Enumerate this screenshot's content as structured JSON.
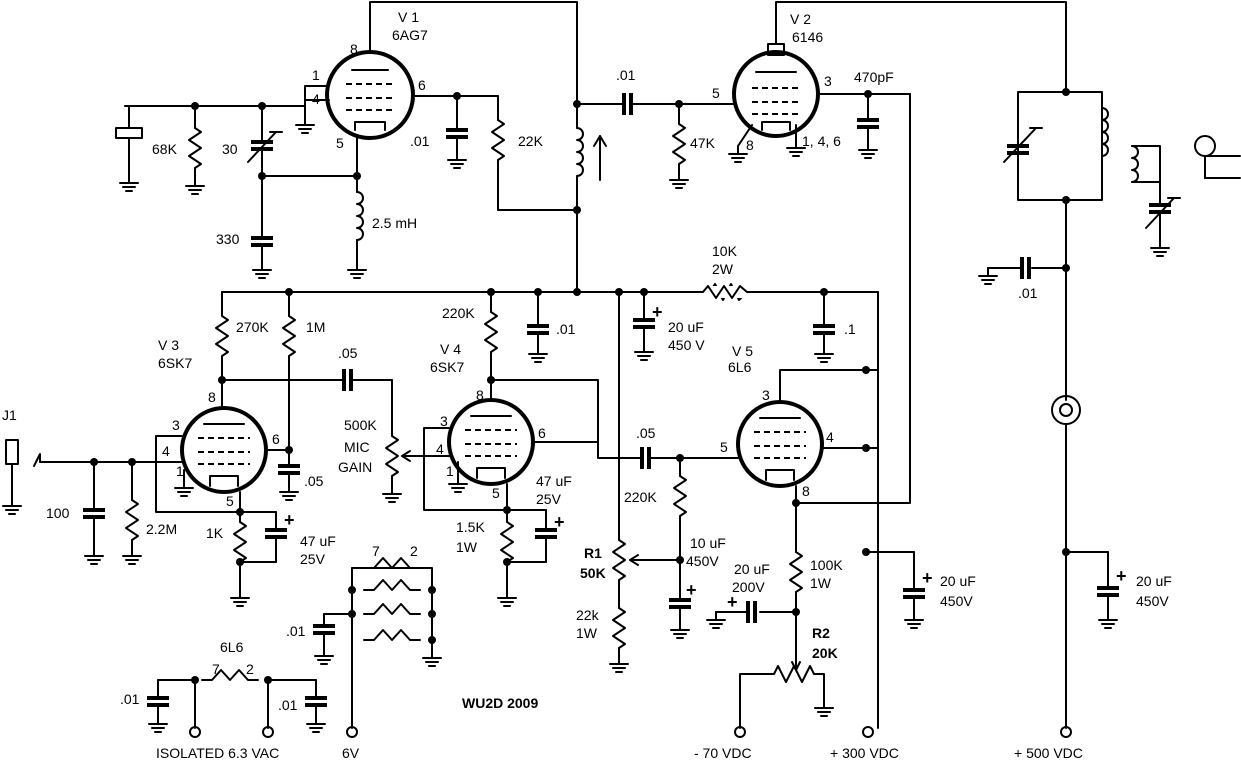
{
  "labels": {
    "v1_name": "V 1",
    "v1_type": "6AG7",
    "v1_pin8": "8",
    "v1_pin1": "1",
    "v1_pin4": "4",
    "v1_pin6": "6",
    "v1_pin5": "5",
    "c68k": "68K",
    "c30": "30",
    "c330": "330",
    "l25": "2.5 mH",
    "c01_a": ".01",
    "r22k": "22K",
    "c01_cpl": ".01",
    "r47k": "47K",
    "v2_name": "V 2",
    "v2_type": "6146",
    "v2_pin5": "5",
    "v2_pin3": "3",
    "v2_pin8": "8",
    "v2_pin146": "1, 4, 6",
    "c470": "470pF",
    "r10k": "10K",
    "r10k_w": "2W",
    "c01_b": ".01",
    "c1": ".1",
    "c20_a": "20 uF",
    "c20_a_v": "450 V",
    "r270k": "270K",
    "r1m": "1M",
    "v3_name": "V 3",
    "v3_type": "6SK7",
    "v3_pin8": "8",
    "v3_pin3": "3",
    "v3_pin4": "4",
    "v3_pin1": "1",
    "v3_pin6": "6",
    "v3_pin5": "5",
    "c05_a": ".05",
    "c05_b": ".05",
    "r500k": "500K",
    "mic": "MIC",
    "gain": "GAIN",
    "r220k": "220K",
    "v4_name": "V 4",
    "v4_type": "6SK7",
    "v4_pin8": "8",
    "v4_pin3": "3",
    "v4_pin4": "4",
    "v4_pin1": "1",
    "v4_pin6": "6",
    "v4_pin5": "5",
    "v5_name": "V 5",
    "v5_type": "6L6",
    "v5_pin3": "3",
    "v5_pin5": "5",
    "v5_pin4": "4",
    "v5_pin8": "8",
    "c05_c": ".05",
    "r220k_b": "220K",
    "j1": "J1",
    "c100": "100",
    "r22m": "2.2M",
    "r1k": "1K",
    "c47_a": "47 uF",
    "c47_a_v": "25V",
    "c47_b": "47 uF",
    "c47_b_v": "25V",
    "r15k": "1.5K",
    "r15k_w": "1W",
    "r1": "R1",
    "r1_val": "50K",
    "r22k_b": "22k",
    "r22k_b_w": "1W",
    "c10": "10 uF",
    "c10_v": "450V",
    "c20_b": "20 uF",
    "c20_b_v": "200V",
    "r100k": "100K",
    "r100k_w": "1W",
    "r2": "R2",
    "r2_val": "20K",
    "c20_c": "20 uF",
    "c20_c_v": "450V",
    "c20_d": "20 uF",
    "c20_d_v": "450V",
    "c01_c": ".01",
    "h7": "7",
    "h2": "2",
    "c01_d": ".01",
    "c01_e": ".01",
    "c01_f": ".01",
    "h6l6": "6L6",
    "copyright": "WU2D 2009",
    "isolated": "ISOLATED 6.3 VAC",
    "v6": "6V",
    "vneg70": "- 70 VDC",
    "v300": "+ 300 VDC",
    "v500": "+ 500 VDC"
  }
}
